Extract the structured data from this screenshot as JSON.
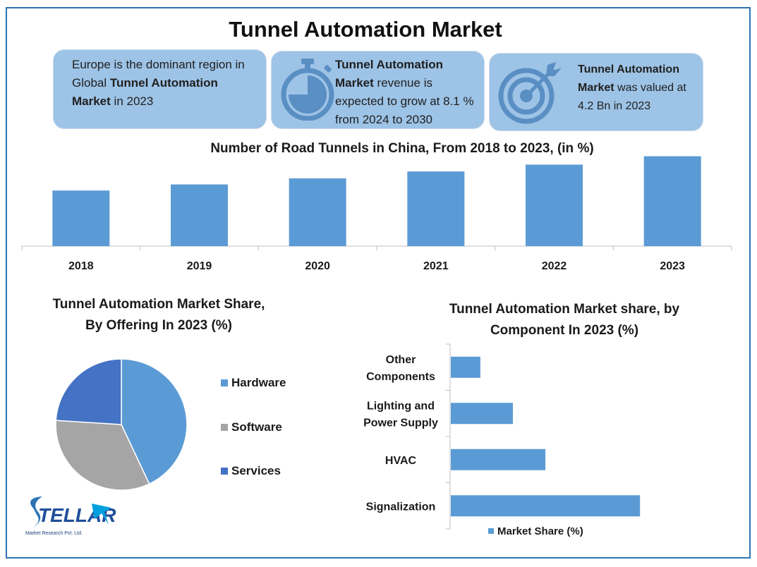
{
  "title": "Tunnel Automation Market",
  "cards": [
    {
      "pre": "Europe is the dominant region in Global ",
      "bold": "Tunnel Automation Market",
      "post": " in 2023",
      "icon": "none"
    },
    {
      "pre": "",
      "bold": "Tunnel Automation Market",
      "post": " revenue is expected to grow at 8.1 % from 2024 to 2030",
      "icon": "stopwatch-icon"
    },
    {
      "pre": "",
      "bold": "Tunnel Automation Market",
      "post": " was valued at 4.2 Bn in 2023",
      "icon": "target-icon"
    }
  ],
  "colors": {
    "bar": "#5b9bd5",
    "card": "#9dc3e6",
    "border": "#2e74b5",
    "hardware": "#5b9bd5",
    "software": "#a5a5a5",
    "services": "#4472c4"
  },
  "chart_data": [
    {
      "type": "bar",
      "title": "Number of Road Tunnels in China, From 2018 to 2023, (in %)",
      "categories": [
        "2018",
        "2019",
        "2020",
        "2021",
        "2022",
        "2023"
      ],
      "values": [
        73,
        81,
        89,
        98,
        107,
        118
      ],
      "ylim": [
        0,
        125
      ],
      "grid": false
    },
    {
      "type": "pie",
      "title": "Tunnel Automation Market Share, By Offering In 2023 (%)",
      "labels": [
        "Hardware",
        "Software",
        "Services"
      ],
      "values": [
        43,
        33,
        24
      ],
      "legend": "right"
    },
    {
      "type": "bar",
      "orientation": "horizontal",
      "title": "Tunnel Automation Market share, by Component In 2023 (%)",
      "categories": [
        "Other Components",
        "Lighting and Power Supply",
        "HVAC",
        "Signalization"
      ],
      "category_lines": [
        [
          "Other",
          "Components"
        ],
        [
          "Lighting and",
          "Power Supply"
        ],
        [
          "HVAC"
        ],
        [
          "Signalization"
        ]
      ],
      "series": [
        {
          "name": "Market Share (%)",
          "values": [
            10,
            21,
            32,
            64
          ]
        }
      ],
      "xlim": [
        0,
        100
      ],
      "legend": "bottom"
    }
  ],
  "logo": {
    "brand": "STELLAR",
    "sub": "Market Research Pvt. Ltd."
  }
}
